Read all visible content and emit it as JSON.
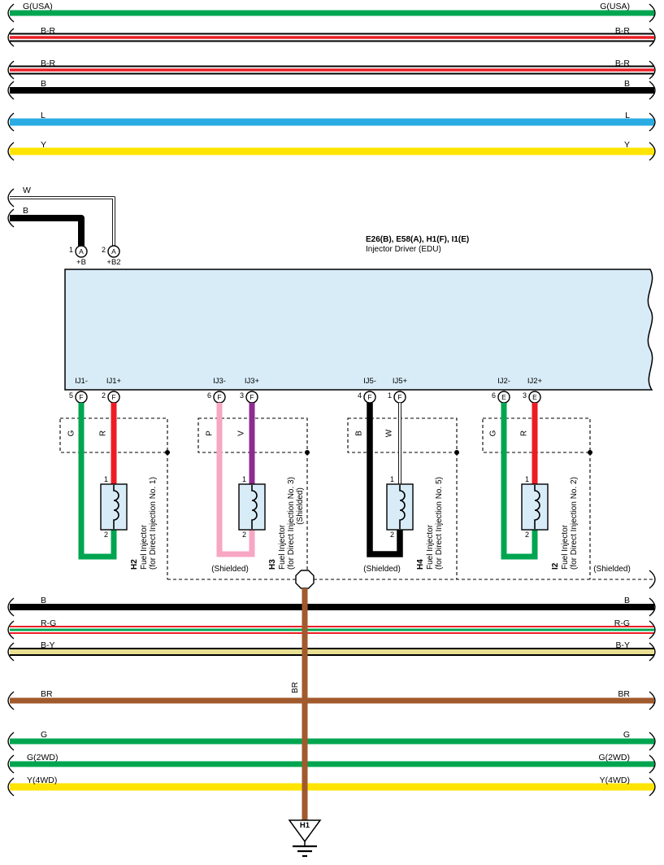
{
  "colors": {
    "green": "#00a550",
    "red": "#ed1c24",
    "black": "#000000",
    "blue": "#2aace2",
    "yellow": "#ffe400",
    "pink": "#f7a6c3",
    "violet": "#8d2b90",
    "brown": "#a15a2d",
    "white": "#ffffff",
    "pale_yellow": "#e8df93",
    "box_fill": "#d8ecf8"
  },
  "top_buses": [
    {
      "label": "G(USA)"
    },
    {
      "label": "B-R"
    },
    {
      "label": "B-R"
    },
    {
      "label": "B"
    },
    {
      "label": "L"
    },
    {
      "label": "Y"
    }
  ],
  "feed": {
    "w": "W",
    "b": "B"
  },
  "edu": {
    "title": "E26(B), E58(A), H1(F), I1(E)",
    "subtitle": "Injector Driver (EDU)",
    "pin1_num": "1",
    "pin1_conn": "A",
    "pin1_signal": "+B",
    "pin2_num": "2",
    "pin2_conn": "A",
    "pin2_signal": "+B2",
    "bottom_pins": [
      {
        "num": "5",
        "conn": "F",
        "signal": "IJ1-"
      },
      {
        "num": "2",
        "conn": "F",
        "signal": "IJ1+"
      },
      {
        "num": "6",
        "conn": "F",
        "signal": "IJ3-"
      },
      {
        "num": "3",
        "conn": "F",
        "signal": "IJ3+"
      },
      {
        "num": "4",
        "conn": "F",
        "signal": "IJ5-"
      },
      {
        "num": "1",
        "conn": "F",
        "signal": "IJ5+"
      },
      {
        "num": "6",
        "conn": "E",
        "signal": "IJ2-"
      },
      {
        "num": "3",
        "conn": "E",
        "signal": "IJ2+"
      }
    ]
  },
  "injector_groups": [
    {
      "neg_wire": "G",
      "pos_wire": "R",
      "pin_top": "1",
      "pin_bottom": "2",
      "code": "H2",
      "name": "Fuel Injector",
      "desc": "(for Direct Injection No. 1)"
    },
    {
      "neg_wire": "P",
      "pos_wire": "V",
      "pin_top": "1",
      "pin_bottom": "2",
      "code": "H3",
      "name": "Fuel Injector",
      "desc": "(for Direct Injection No. 3)"
    },
    {
      "neg_wire": "B",
      "pos_wire": "W",
      "pin_top": "1",
      "pin_bottom": "2",
      "code": "H4",
      "name": "Fuel Injector",
      "desc": "(for Direct Injection No. 5)"
    },
    {
      "neg_wire": "G",
      "pos_wire": "R",
      "pin_top": "1",
      "pin_bottom": "2",
      "code": "I2",
      "name": "Fuel Injector",
      "desc": "(for Direct Injection No. 2)"
    }
  ],
  "shield": {
    "label_mid_left": "(Shielded)",
    "label_mid_right": "(Shielded)",
    "label_far_right": "(Shielded)",
    "label_vertical": "(Shielded)"
  },
  "ground_branch": {
    "wire_label": "BR",
    "ground_code": "H1"
  },
  "bottom_buses": [
    {
      "label": "B"
    },
    {
      "label": "R-G"
    },
    {
      "label": "B-Y"
    },
    {
      "label": "BR"
    },
    {
      "label": "G"
    },
    {
      "label": "G(2WD)"
    },
    {
      "label": "Y(4WD)"
    }
  ]
}
